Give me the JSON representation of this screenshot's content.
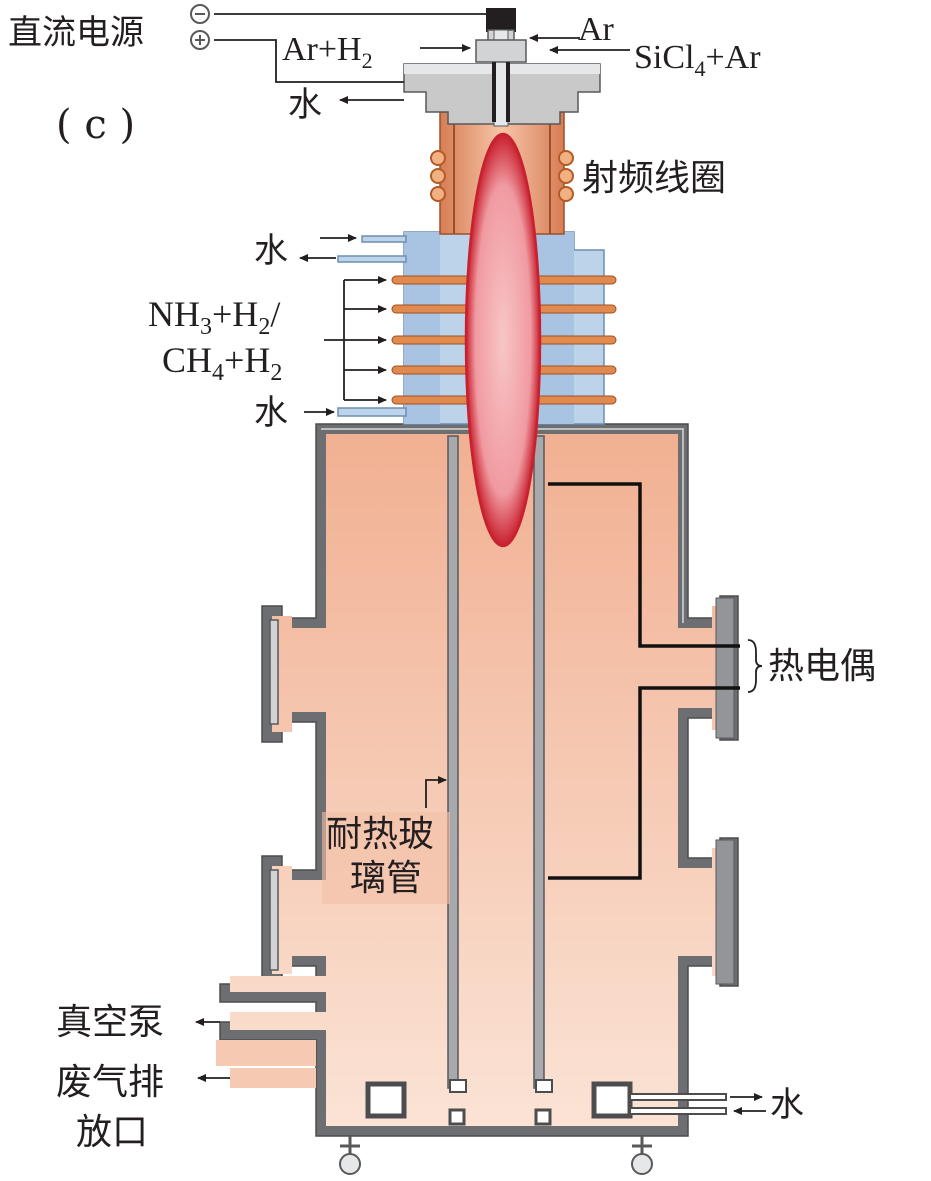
{
  "panel_label": "( c )",
  "labels": {
    "dc_power": "直流电源",
    "ar_top": "Ar",
    "ar_h2": {
      "main": "Ar+H",
      "sub": "2"
    },
    "sicl4_ar": {
      "pre": "SiCl",
      "sub": "4",
      "post": "+Ar"
    },
    "water_top": "水",
    "rf_coil": "射频线圈",
    "water_upper": "水",
    "nh3_h2": {
      "a": "NH",
      "a_sub": "3",
      "b": "+H",
      "b_sub": "2",
      "c": "/"
    },
    "ch4_h2": {
      "a": "CH",
      "a_sub": "4",
      "b": "+H",
      "b_sub": "2"
    },
    "water_lower": "水",
    "thermocouple": "热电偶",
    "glass_tube_1": "耐热玻",
    "glass_tube_2": "璃管",
    "vacuum_pump": "真空泵",
    "exhaust_1": "废气排",
    "exhaust_2": "放口",
    "water_bottom": "水"
  },
  "colors": {
    "body_fill": "#f2b79e",
    "body_fill_light": "#f9dccd",
    "wall": "#58595b",
    "wall_light": "#bcbec0",
    "cooling_jacket": "#bcd3ea",
    "copper": "#d8875c",
    "coil": "#e08a50",
    "plasma": "#f4a3a8",
    "plasma_edge": "#c8202e",
    "flange": "#c9c9c9",
    "text": "#231f20"
  }
}
